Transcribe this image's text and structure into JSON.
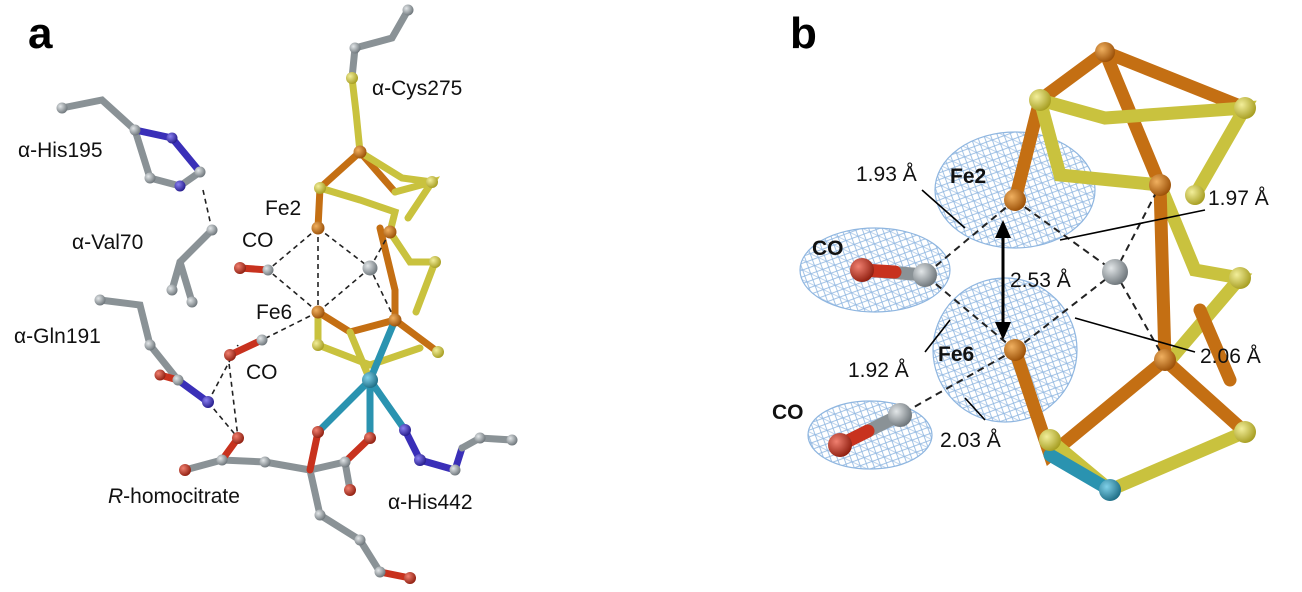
{
  "panels": {
    "a": {
      "letter": "a",
      "labels": {
        "cys275": "α-Cys275",
        "his195": "α-His195",
        "fe2": "Fe2",
        "val70": "α-Val70",
        "co_top": "CO",
        "fe6": "Fe6",
        "gln191": "α-Gln191",
        "co_bottom": "CO",
        "homocitrate_prefix": "R",
        "homocitrate_suffix": "-homocitrate",
        "his442": "α-His442"
      }
    },
    "b": {
      "letter": "b",
      "labels": {
        "fe2": "Fe2",
        "fe6": "Fe6",
        "co_top": "CO",
        "co_bottom": "CO"
      },
      "distances": {
        "d_1_93": "1.93 Å",
        "d_1_97": "1.97 Å",
        "d_2_53": "2.53 Å",
        "d_1_92": "1.92 Å",
        "d_2_06": "2.06 Å",
        "d_2_03": "2.03 Å"
      }
    }
  },
  "colors": {
    "carbon": "#8a9296",
    "sulfur": "#c9c23e",
    "iron": "#c46f13",
    "nitrogen": "#3a2fb8",
    "oxygen": "#c8321e",
    "molybdenum": "#2a93b0",
    "mesh": "#8fb6e0"
  }
}
